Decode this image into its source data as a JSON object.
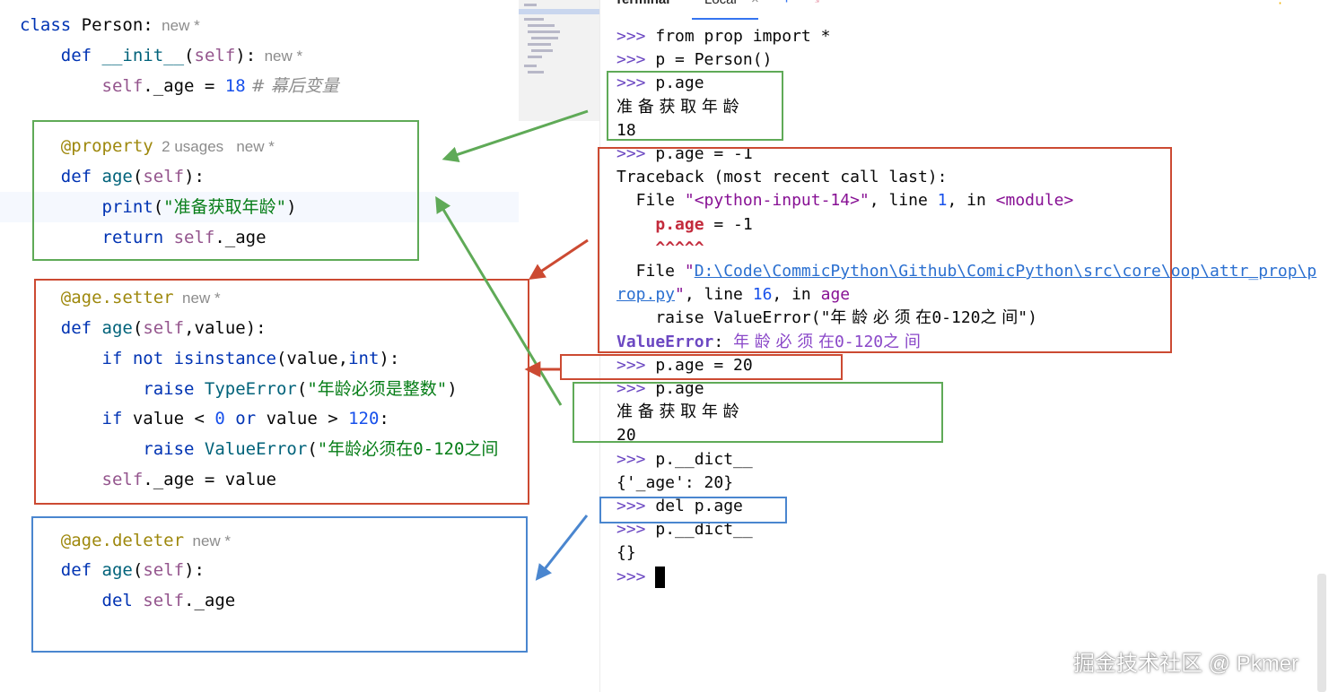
{
  "editor": {
    "lines": [
      [
        {
          "t": "class ",
          "c": "kw"
        },
        {
          "t": "Person:"
        },
        {
          "t": "  new *",
          "c": "hint"
        }
      ],
      [
        {
          "t": "    "
        },
        {
          "t": "def ",
          "c": "kw"
        },
        {
          "t": "__init__",
          "c": "fn"
        },
        {
          "t": "("
        },
        {
          "t": "self",
          "c": "slf"
        },
        {
          "t": "):"
        },
        {
          "t": "  new *",
          "c": "hint"
        }
      ],
      [
        {
          "t": "        "
        },
        {
          "t": "self",
          "c": "slf"
        },
        {
          "t": "._age = "
        },
        {
          "t": "18",
          "c": "num"
        },
        {
          "t": " # 幕后变量",
          "c": "cmt"
        }
      ],
      [],
      [
        {
          "t": "    "
        },
        {
          "t": "@property",
          "c": "dec"
        },
        {
          "t": "  2 usages   new *",
          "c": "hint"
        }
      ],
      [
        {
          "t": "    "
        },
        {
          "t": "def ",
          "c": "kw"
        },
        {
          "t": "age",
          "c": "fn"
        },
        {
          "t": "("
        },
        {
          "t": "self",
          "c": "slf"
        },
        {
          "t": "):"
        }
      ],
      [
        {
          "t": "        "
        },
        {
          "t": "print",
          "c": "kw"
        },
        {
          "t": "("
        },
        {
          "t": "\"准备获取年龄\"",
          "c": "str"
        },
        {
          "t": ")"
        }
      ],
      [
        {
          "t": "        "
        },
        {
          "t": "return ",
          "c": "kw"
        },
        {
          "t": "self",
          "c": "slf"
        },
        {
          "t": "._age"
        }
      ],
      [],
      [
        {
          "t": "    "
        },
        {
          "t": "@age.setter",
          "c": "dec"
        },
        {
          "t": "  new *",
          "c": "hint"
        }
      ],
      [
        {
          "t": "    "
        },
        {
          "t": "def ",
          "c": "kw"
        },
        {
          "t": "age",
          "c": "fn"
        },
        {
          "t": "("
        },
        {
          "t": "self",
          "c": "slf"
        },
        {
          "t": ",value):"
        }
      ],
      [
        {
          "t": "        "
        },
        {
          "t": "if not ",
          "c": "kw"
        },
        {
          "t": "isinstance",
          "c": "kw"
        },
        {
          "t": "(value,"
        },
        {
          "t": "int",
          "c": "kw"
        },
        {
          "t": "):"
        }
      ],
      [
        {
          "t": "            "
        },
        {
          "t": "raise ",
          "c": "kw"
        },
        {
          "t": "TypeError",
          "c": "fn"
        },
        {
          "t": "("
        },
        {
          "t": "\"年龄必须是整数\"",
          "c": "str"
        },
        {
          "t": ")"
        }
      ],
      [
        {
          "t": "        "
        },
        {
          "t": "if ",
          "c": "kw"
        },
        {
          "t": "value < "
        },
        {
          "t": "0",
          "c": "num"
        },
        {
          "t": " or ",
          "c": "kw"
        },
        {
          "t": "value > "
        },
        {
          "t": "120",
          "c": "num"
        },
        {
          "t": ":"
        }
      ],
      [
        {
          "t": "            "
        },
        {
          "t": "raise ",
          "c": "kw"
        },
        {
          "t": "ValueError",
          "c": "fn"
        },
        {
          "t": "("
        },
        {
          "t": "\"年龄必须在0-120之间",
          "c": "str"
        }
      ],
      [
        {
          "t": "        "
        },
        {
          "t": "self",
          "c": "slf"
        },
        {
          "t": "._age = value"
        }
      ],
      [],
      [
        {
          "t": "    "
        },
        {
          "t": "@age.deleter",
          "c": "dec"
        },
        {
          "t": "  new *",
          "c": "hint"
        }
      ],
      [
        {
          "t": "    "
        },
        {
          "t": "def ",
          "c": "kw"
        },
        {
          "t": "age",
          "c": "fn"
        },
        {
          "t": "("
        },
        {
          "t": "self",
          "c": "slf"
        },
        {
          "t": "):"
        }
      ],
      [
        {
          "t": "        "
        },
        {
          "t": "del ",
          "c": "kw"
        },
        {
          "t": "self",
          "c": "slf"
        },
        {
          "t": "._age"
        }
      ]
    ]
  },
  "terminal": {
    "tab_terminal": "Terminal",
    "tab_local": "Local",
    "tab_close": "×",
    "tab_add": "+",
    "lines": [
      [
        {
          "t": ">>> ",
          "c": "pr"
        },
        {
          "t": "from prop import *"
        }
      ],
      [
        {
          "t": ">>> ",
          "c": "pr"
        },
        {
          "t": "p = Person()"
        }
      ],
      [
        {
          "t": ">>> ",
          "c": "pr"
        },
        {
          "t": "p.age"
        }
      ],
      [
        {
          "t": "准 备 获 取 年 龄",
          "c": "cn"
        }
      ],
      [
        {
          "t": "18"
        }
      ],
      [
        {
          "t": ">>> ",
          "c": "pr"
        },
        {
          "t": "p.age = -1"
        }
      ],
      [
        {
          "t": "Traceback (most recent call last):"
        }
      ],
      [
        {
          "t": "  File "
        },
        {
          "t": "\"<python-input-14>\"",
          "c": "mag"
        },
        {
          "t": ", line "
        },
        {
          "t": "1",
          "c": "blu"
        },
        {
          "t": ", in "
        },
        {
          "t": "<module>",
          "c": "mag"
        }
      ],
      [
        {
          "t": "    "
        },
        {
          "t": "p.age",
          "c": "err"
        },
        {
          "t": " = -1"
        }
      ],
      [
        {
          "t": "    "
        },
        {
          "t": "^^^^^",
          "c": "err"
        }
      ],
      [
        {
          "t": "  File "
        },
        {
          "t": "\"",
          "c": "mag"
        },
        {
          "t": "D:\\Code\\CommicPython\\Github\\ComicPython\\src\\core\\oop\\attr_prop\\p",
          "c": "lnk"
        }
      ],
      [
        {
          "t": "rop.py",
          "c": "lnk"
        },
        {
          "t": "\"",
          "c": "mag"
        },
        {
          "t": ", line "
        },
        {
          "t": "16",
          "c": "blu"
        },
        {
          "t": ", in "
        },
        {
          "t": "age",
          "c": "mag"
        }
      ],
      [
        {
          "t": "    raise ValueError(\""
        },
        {
          "t": "年 龄 必 须 在",
          "c": "cn"
        },
        {
          "t": "0-120"
        },
        {
          "t": "之 间",
          "c": "cn"
        },
        {
          "t": "\")"
        }
      ],
      [
        {
          "t": "ValueError",
          "c": "ve"
        },
        {
          "t": ": "
        },
        {
          "t": "年 龄 必 须 在",
          "c": "vm cn"
        },
        {
          "t": "0-120",
          "c": "vm"
        },
        {
          "t": "之 间",
          "c": "vm cn"
        }
      ],
      [
        {
          "t": ">>> ",
          "c": "pr"
        },
        {
          "t": "p.age = 20"
        }
      ],
      [
        {
          "t": ">>> ",
          "c": "pr"
        },
        {
          "t": "p.age"
        }
      ],
      [
        {
          "t": "准 备 获 取 年 龄",
          "c": "cn"
        }
      ],
      [
        {
          "t": "20"
        }
      ],
      [
        {
          "t": ">>> ",
          "c": "pr"
        },
        {
          "t": "p.__dict__"
        }
      ],
      [
        {
          "t": "{'_age': 20}"
        }
      ],
      [
        {
          "t": ">>> ",
          "c": "pr"
        },
        {
          "t": "del p.age"
        }
      ],
      [
        {
          "t": ">>> ",
          "c": "pr"
        },
        {
          "t": "p.__dict__"
        }
      ],
      [
        {
          "t": "{}"
        }
      ],
      [
        {
          "t": ">>> ",
          "c": "pr"
        }
      ]
    ]
  },
  "watermark": "掘金技术社区 @ Pkmer",
  "colors": {
    "green": "#5faa57",
    "red": "#cc4a32",
    "blue": "#4a86cf"
  }
}
